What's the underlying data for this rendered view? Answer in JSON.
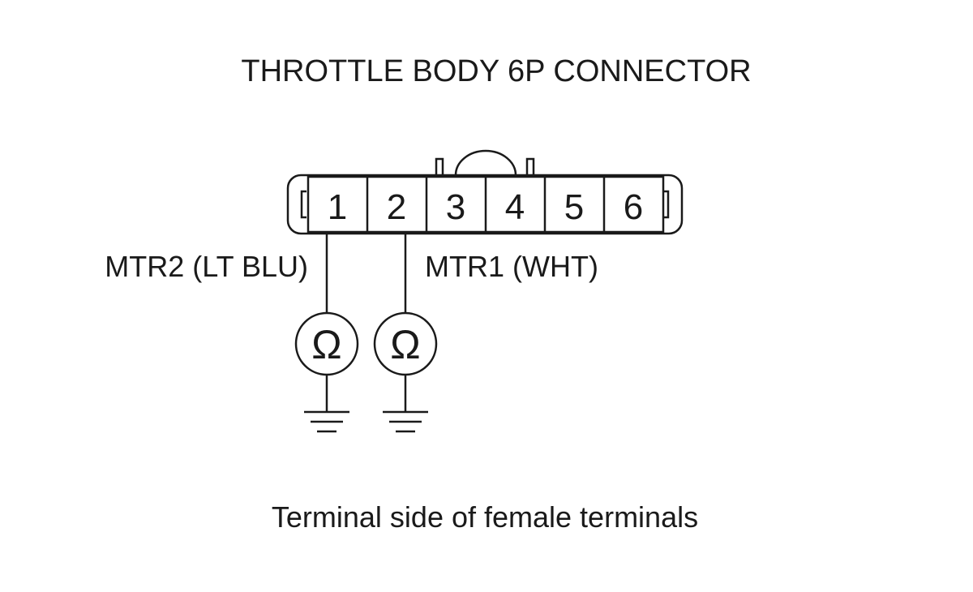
{
  "title": "THROTTLE BODY 6P CONNECTOR",
  "caption": "Terminal side of female terminals",
  "connector": {
    "terminals": [
      "1",
      "2",
      "3",
      "4",
      "5",
      "6"
    ]
  },
  "probes": [
    {
      "terminal": "1",
      "label": "MTR2 (LT BLU)",
      "meter_symbol": "Ω"
    },
    {
      "terminal": "2",
      "label": "MTR1 (WHT)",
      "meter_symbol": "Ω"
    }
  ],
  "colors": {
    "line": "#1a1a1a",
    "background": "#ffffff"
  },
  "icons": {
    "meter": "ohmmeter-icon",
    "ground": "ground-icon"
  }
}
